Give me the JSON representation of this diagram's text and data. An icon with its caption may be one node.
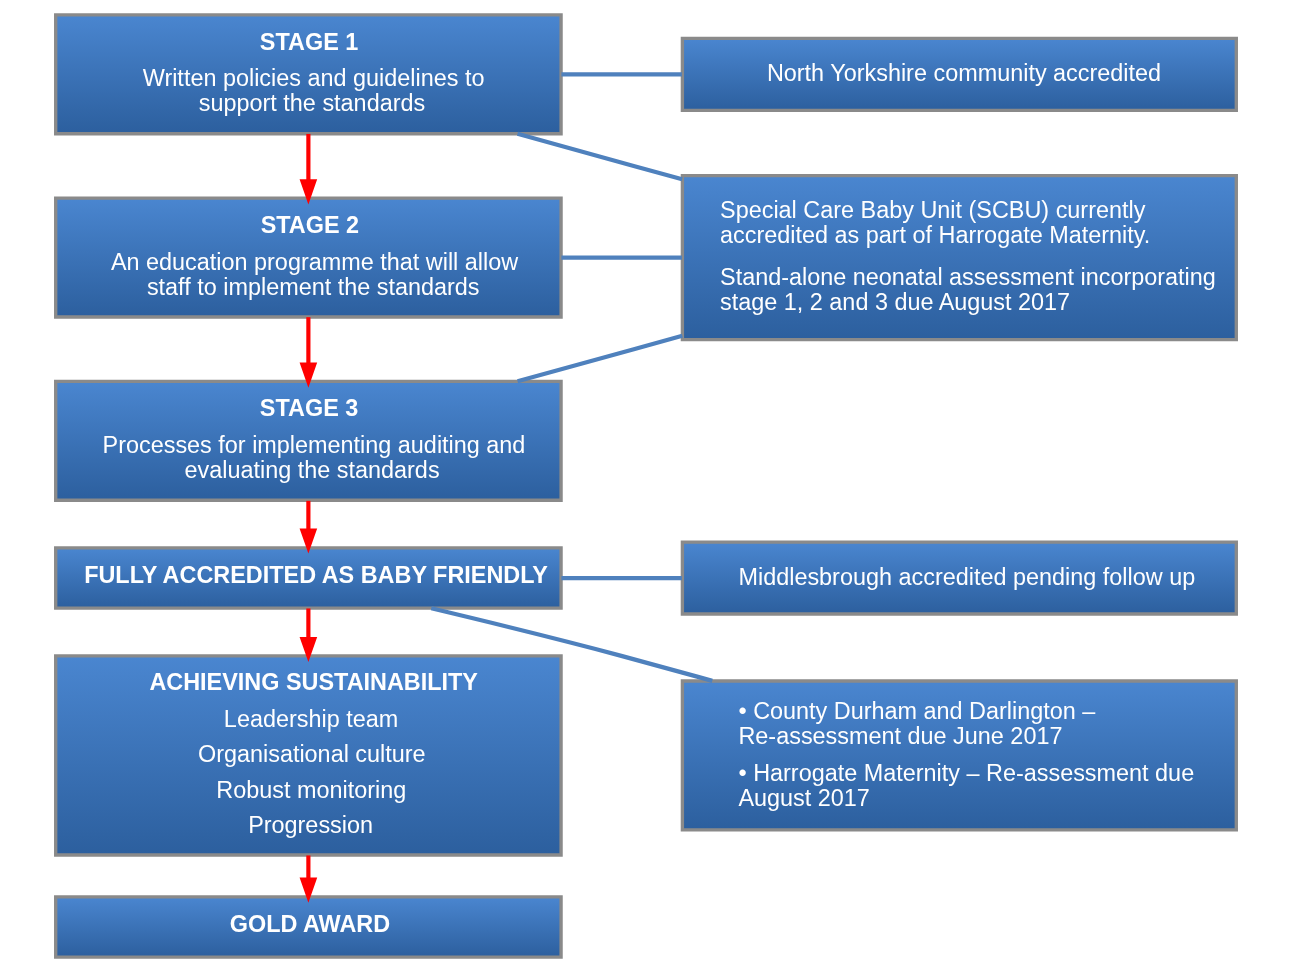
{
  "diagram": {
    "nodes": [
      {
        "text": [
          "STAGE 1",
          "Written policies and guidelines to support the standards"
        ]
      },
      {
        "text": [
          "STAGE 2",
          "An education programme that will allow staff to implement the standards"
        ]
      },
      {
        "text": [
          "STAGE 3",
          "Processes for implementing auditing and evaluating the standards"
        ]
      },
      {
        "text": [
          "FULLY ACCREDITED AS BABY FRIENDLY"
        ]
      },
      {
        "text": [
          "ACHIEVING SUSTAINABILITY",
          "Leadership team",
          "Organisational culture",
          "Robust monitoring",
          "Progression"
        ]
      },
      {
        "text": [
          "GOLD AWARD"
        ]
      },
      {
        "text": [
          "North Yorkshire community accredited"
        ]
      },
      {
        "text": [
          "Special Care Baby Unit (SCBU) currently accredited as part of Harrogate Maternity.",
          "Stand-alone neonatal assessment incorporating stage 1, 2 and 3 due August 2017"
        ]
      },
      {
        "text": [
          "Middlesbrough accredited pending follow up"
        ]
      },
      {
        "text": [
          "• County Durham and Darlington – Re-assessment due June 2017",
          "• Harrogate Maternity – Re-assessment due August 2017"
        ]
      }
    ],
    "edges": [
      {
        "from": 0,
        "to": 1,
        "arrow": "to",
        "color": "#ff0000"
      },
      {
        "from": 1,
        "to": 2,
        "arrow": "to",
        "color": "#ff0000"
      },
      {
        "from": 2,
        "to": 3,
        "arrow": "to",
        "color": "#ff0000"
      },
      {
        "from": 3,
        "to": 4,
        "arrow": "to",
        "color": "#ff0000"
      },
      {
        "from": 4,
        "to": 5,
        "arrow": "to",
        "color": "#ff0000"
      },
      {
        "from": 0,
        "to": 6,
        "arrow": "none"
      },
      {
        "from": 0,
        "to": 7,
        "arrow": "none"
      },
      {
        "from": 1,
        "to": 7,
        "arrow": "none"
      },
      {
        "from": 2,
        "to": 7,
        "arrow": "none"
      },
      {
        "from": 3,
        "to": 8,
        "arrow": "none"
      },
      {
        "from": 3,
        "to": 9,
        "arrow": "none"
      }
    ]
  }
}
